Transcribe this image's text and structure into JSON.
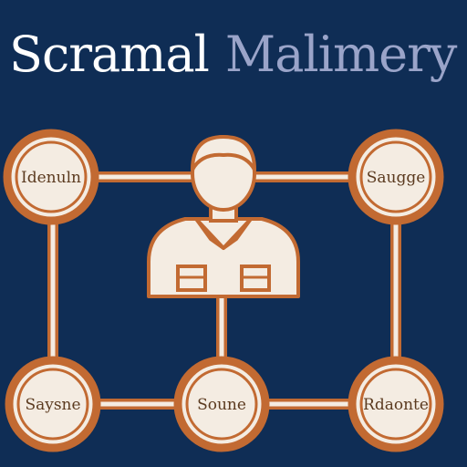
{
  "title": {
    "word1": "Scramal",
    "word2": "Malimery"
  },
  "colors": {
    "background": "#0f2d55",
    "accent": "#c26a32",
    "node_fill": "#f4ece2",
    "title_primary": "#ffffff",
    "title_secondary": "#9aa4c9"
  },
  "nodes": {
    "top_left": "Idenuln",
    "top_right": "Saugge",
    "bottom_left": "Saysne",
    "bottom_center": "Soune",
    "bottom_right": "Rdaonte"
  },
  "center_icon": "person-icon"
}
